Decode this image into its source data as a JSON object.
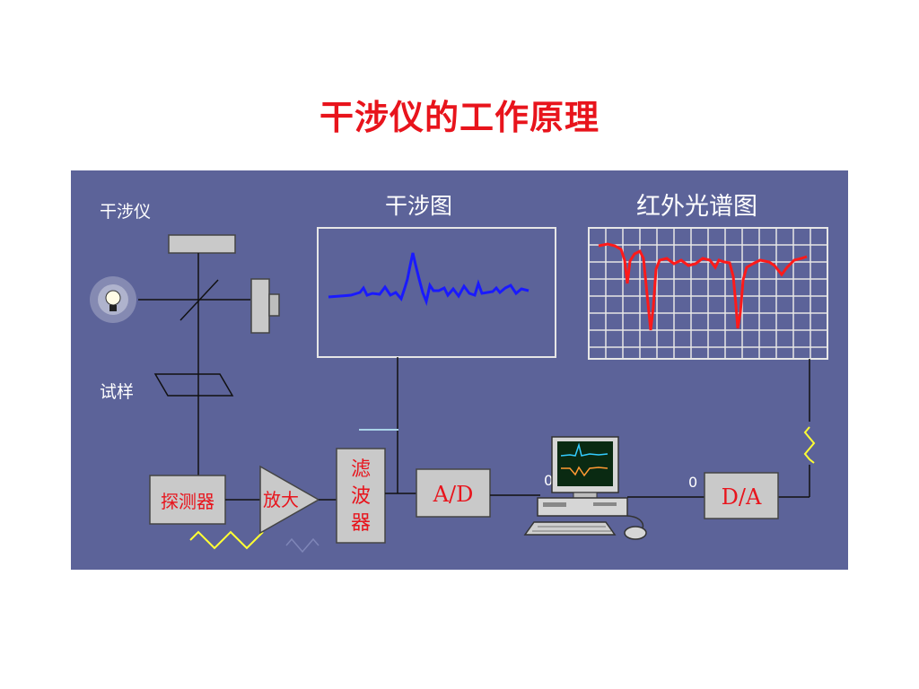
{
  "title": "干涉仪的工作原理",
  "labels": {
    "interferometer": "干涉仪",
    "sample": "试样",
    "interferogram": "干涉图",
    "ir_spectrum": "红外光谱图",
    "detector": "探测器",
    "amplifier": "放大",
    "filter_1": "滤",
    "filter_2": "波",
    "filter_3": "器",
    "adc": "A/D",
    "dac": "D/A",
    "zero_left": "0",
    "zero_right": "0"
  },
  "colors": {
    "title": "#e8141c",
    "panel": "#5c6399",
    "interferogram_trace": "#1a1aff",
    "spectrum_trace": "#ff1a1a",
    "signal_wave": "#ffff33"
  },
  "icons": [
    "light-bulb-icon",
    "computer-icon",
    "mouse-icon",
    "beam-splitter-icon"
  ]
}
